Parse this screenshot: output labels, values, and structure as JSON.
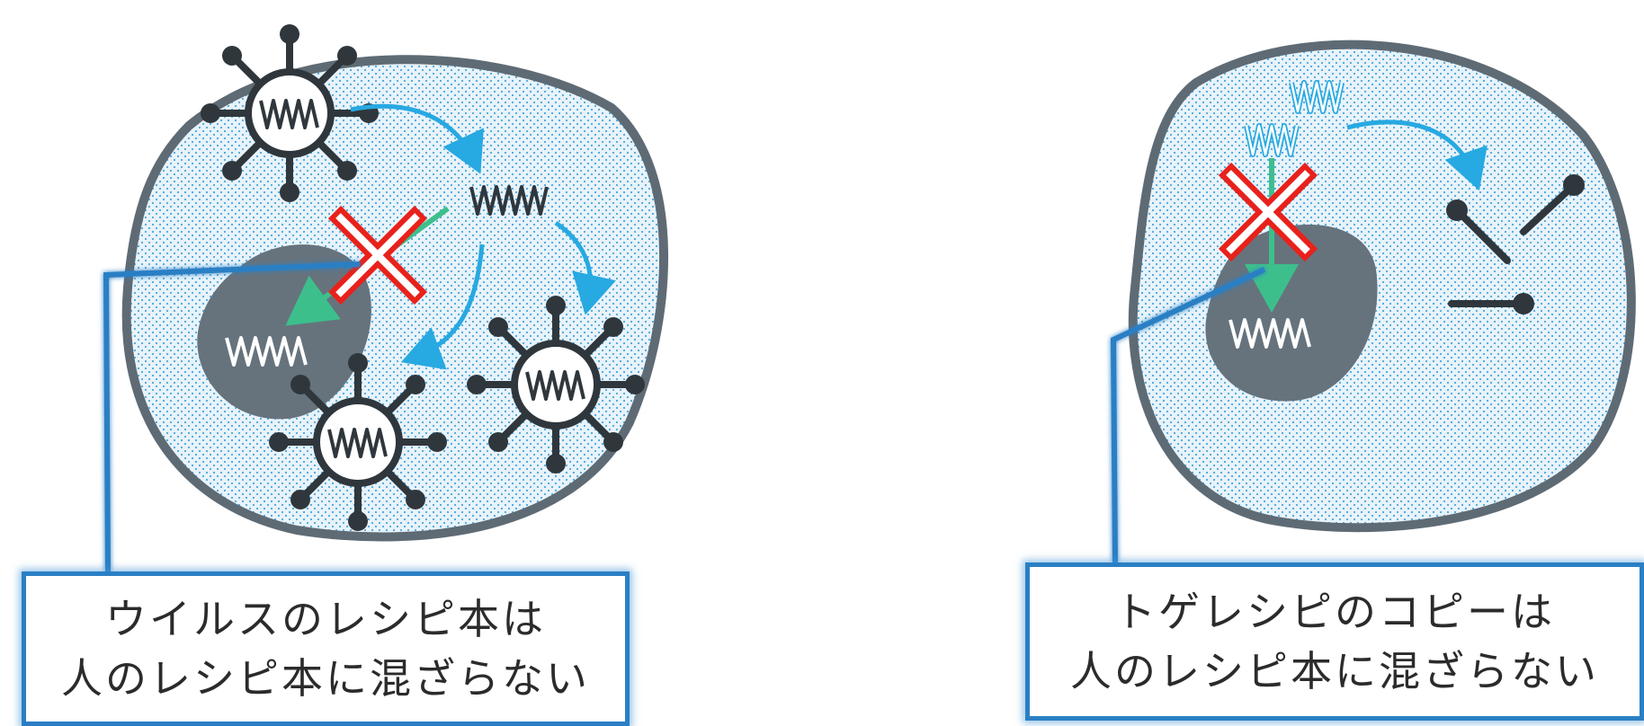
{
  "captions": {
    "left": {
      "line1": "ウイルスのレシピ本は",
      "line2": "人のレシピ本に混ざらない"
    },
    "right": {
      "line1": "トゲレシピのコピーは",
      "line2": "人のレシピ本に混ざらない"
    }
  },
  "colors": {
    "cell_outline": "#5f6b74",
    "cell_fill_dots": "#6fb8e6",
    "nucleus": "#66737d",
    "virus": "#2f373d",
    "blue_arrow": "#27a9e1",
    "green_arrow": "#3dbf8c",
    "red_cross": "#e8211b",
    "callout": "#2a7fc4"
  },
  "icons": [
    "virus-icon",
    "rna-wave-icon",
    "spike-icon",
    "cross-mark-icon",
    "arrow-icon"
  ]
}
